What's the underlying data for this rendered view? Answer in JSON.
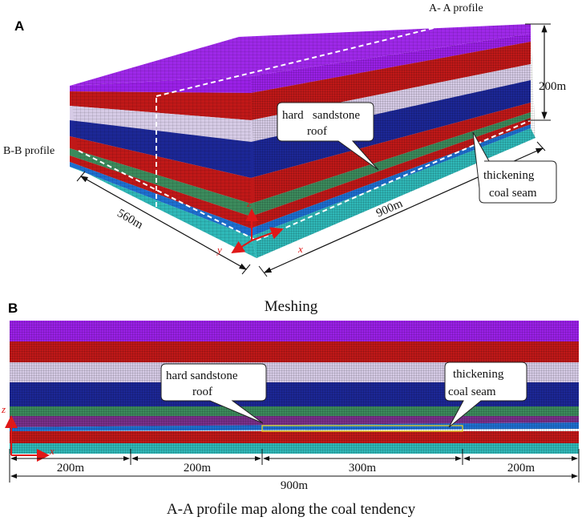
{
  "panel_a": {
    "letter": "A",
    "aa_profile": "A- A profile",
    "bb_profile": "B-B  profile",
    "height_dim": "200m",
    "width_dim": "560m",
    "length_dim": "900m",
    "callout_roof": [
      "hard   sandstone",
      "roof"
    ],
    "callout_seam": [
      "thickening",
      "coal seam"
    ],
    "axes": {
      "z": "z",
      "y": "y",
      "x": "x"
    }
  },
  "panel_b": {
    "letter": "B",
    "title": "Meshing",
    "callout_roof": [
      "hard sandstone",
      "roof"
    ],
    "callout_seam": [
      "thickening",
      "coal seam"
    ],
    "segments": [
      "200m",
      "200m",
      "300m",
      "200m"
    ],
    "total": "900m",
    "caption": "A-A profile map along the coal tendency",
    "axes": {
      "z": "z",
      "x": "x"
    }
  },
  "layer_colors": [
    "#9a20e6",
    "#c01818",
    "#d6cbe6",
    "#1c2796",
    "#3c8a5c",
    "#1e6fd0",
    "#c01818",
    "#2fb8b8"
  ]
}
